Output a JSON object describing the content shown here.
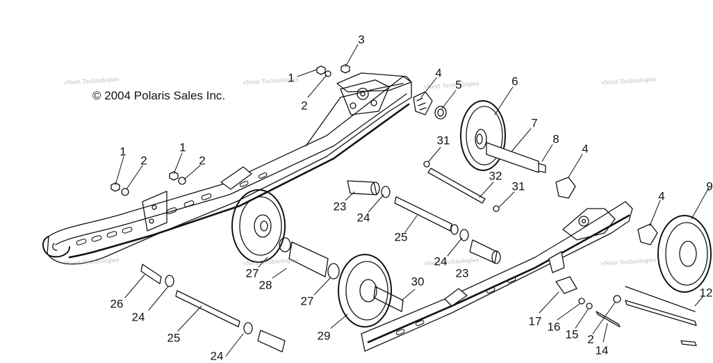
{
  "copyright": "© 2004 Polaris Sales Inc.",
  "watermark": "vNext Technologies",
  "callouts": [
    {
      "id": "c1a",
      "label": "1"
    },
    {
      "id": "c2a",
      "label": "2"
    },
    {
      "id": "c3",
      "label": "3"
    },
    {
      "id": "c4a",
      "label": "4"
    },
    {
      "id": "c5",
      "label": "5"
    },
    {
      "id": "c6",
      "label": "6"
    },
    {
      "id": "c7",
      "label": "7"
    },
    {
      "id": "c8",
      "label": "8"
    },
    {
      "id": "c4b",
      "label": "4"
    },
    {
      "id": "c31a",
      "label": "31"
    },
    {
      "id": "c32",
      "label": "32"
    },
    {
      "id": "c31b",
      "label": "31"
    },
    {
      "id": "c9",
      "label": "9"
    },
    {
      "id": "c4c",
      "label": "4"
    },
    {
      "id": "c1b",
      "label": "1"
    },
    {
      "id": "c2b",
      "label": "2"
    },
    {
      "id": "c1c",
      "label": "1"
    },
    {
      "id": "c2c",
      "label": "2"
    },
    {
      "id": "c23a",
      "label": "23"
    },
    {
      "id": "c24a",
      "label": "24"
    },
    {
      "id": "c25a",
      "label": "25"
    },
    {
      "id": "c24b",
      "label": "24"
    },
    {
      "id": "c23b",
      "label": "23"
    },
    {
      "id": "c27a",
      "label": "27"
    },
    {
      "id": "c28",
      "label": "28"
    },
    {
      "id": "c27b",
      "label": "27"
    },
    {
      "id": "c30",
      "label": "30"
    },
    {
      "id": "c29",
      "label": "29"
    },
    {
      "id": "c26",
      "label": "26"
    },
    {
      "id": "c24c",
      "label": "24"
    },
    {
      "id": "c25b",
      "label": "25"
    },
    {
      "id": "c24d",
      "label": "24"
    },
    {
      "id": "c17",
      "label": "17"
    },
    {
      "id": "c16",
      "label": "16"
    },
    {
      "id": "c15",
      "label": "15"
    },
    {
      "id": "c2d",
      "label": "2"
    },
    {
      "id": "c14",
      "label": "14"
    },
    {
      "id": "c12",
      "label": "12"
    }
  ]
}
